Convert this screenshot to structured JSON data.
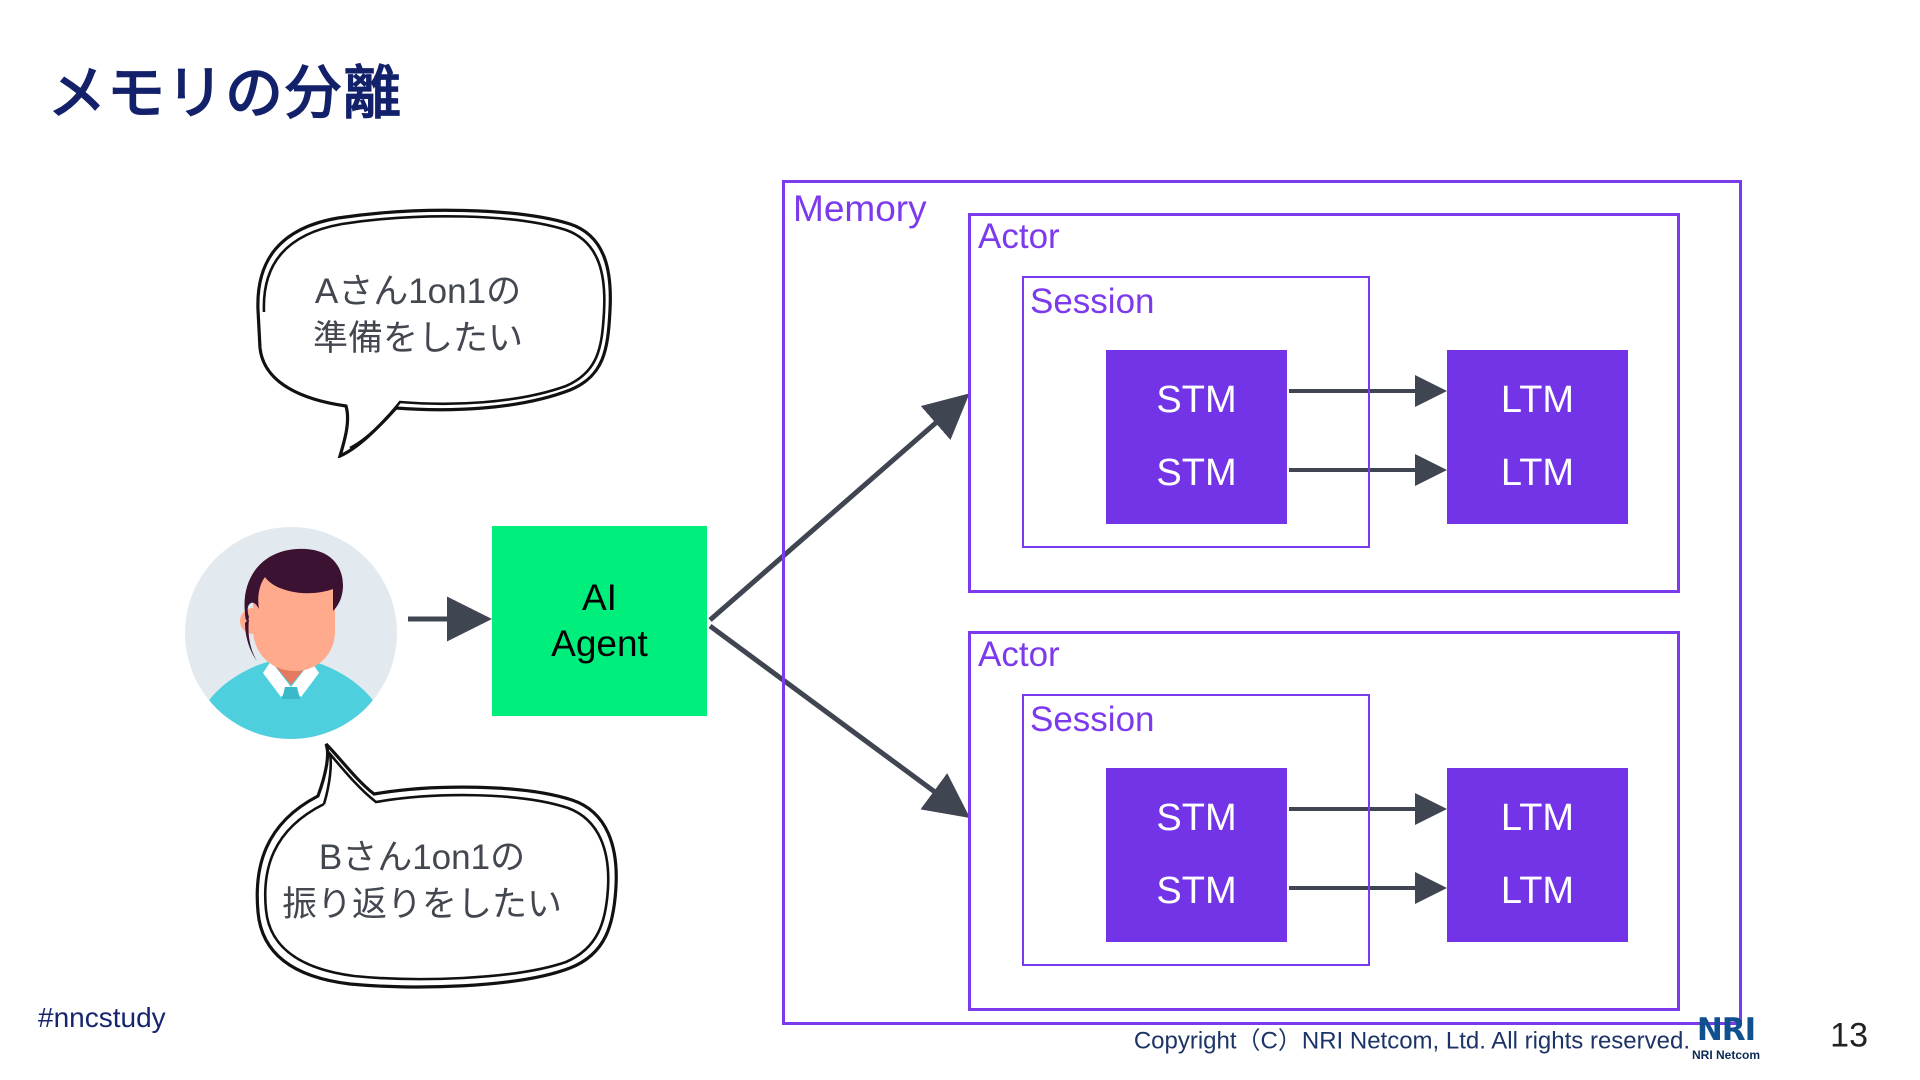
{
  "slide": {
    "title": "メモリの分離",
    "hashtag": "#nncstudy",
    "page_number": "13"
  },
  "persona": {
    "bubble_top": "Aさん1on1の\n準備をしたい",
    "bubble_bottom": "Bさん1on1の\n振り返りをしたい",
    "avatar_name": "user-avatar"
  },
  "agent": {
    "label": "AI\nAgent"
  },
  "memory": {
    "label": "Memory",
    "actors": [
      {
        "label": "Actor",
        "session": {
          "label": "Session",
          "stm": [
            "STM",
            "STM"
          ]
        },
        "ltm": [
          "LTM",
          "LTM"
        ]
      },
      {
        "label": "Actor",
        "session": {
          "label": "Session",
          "stm": [
            "STM",
            "STM"
          ]
        },
        "ltm": [
          "LTM",
          "LTM"
        ]
      }
    ]
  },
  "footer": {
    "copyright": "Copyright（C）NRI Netcom, Ltd. All rights reserved.",
    "logo_mark": "NRI",
    "logo_sub": "NRI Netcom"
  },
  "colors": {
    "title": "#13216b",
    "purple": "#7c3aed",
    "purple_fill": "#7334e8",
    "agent_green": "#00ef7c",
    "arrow": "#404552"
  }
}
